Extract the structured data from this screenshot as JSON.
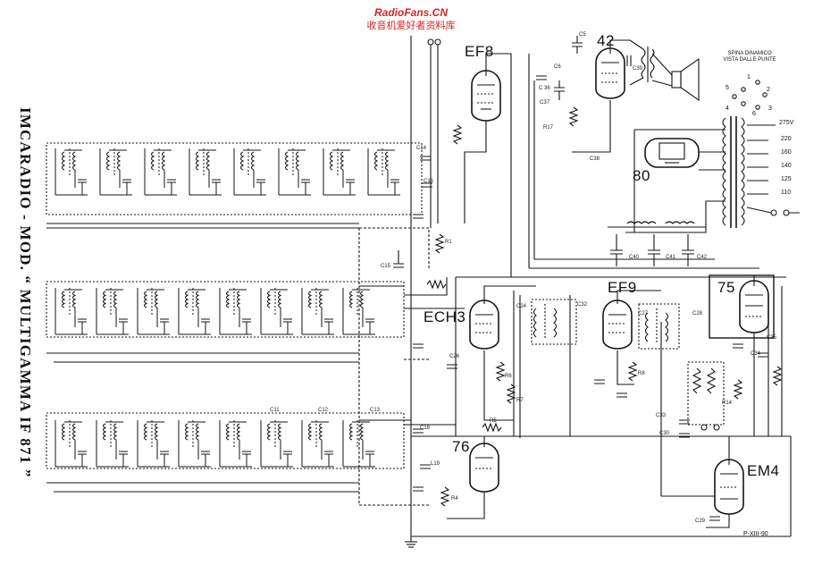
{
  "watermark": {
    "line1": "RadioFans.CN",
    "line2": "收音机爱好者资料库"
  },
  "side_title": "IMCARADIO - MOD. “ MULTIGAMMA IF 871 ”",
  "tubes": [
    {
      "id": "ef8",
      "label": "EF8"
    },
    {
      "id": "42",
      "label": "42"
    },
    {
      "id": "80",
      "label": "80"
    },
    {
      "id": "ech3",
      "label": "ECH3"
    },
    {
      "id": "ef9",
      "label": "EF9"
    },
    {
      "id": "75",
      "label": "75"
    },
    {
      "id": "76",
      "label": "76"
    },
    {
      "id": "em4",
      "label": "EM4"
    }
  ],
  "speaker_note": {
    "line1": "SPINA DINAMICO",
    "line2": "VISTA DALLE PUNTE"
  },
  "pin_numbers": [
    "1",
    "2",
    "3",
    "4",
    "5",
    "6"
  ],
  "voltages": [
    "275V",
    "220",
    "160",
    "140",
    "125",
    "110"
  ],
  "drawing_code": "P-XIII-90",
  "component_labels": {
    "c5": "C5",
    "c6": "C6",
    "c36": "C 36",
    "c37": "C37",
    "c38": "C38",
    "c39": "C39",
    "c40": "C40",
    "c41": "C41",
    "c42": "C42",
    "c14": "C14",
    "c15": "C15",
    "c16": "C16",
    "c18": "C18",
    "c19": "L19",
    "c24": "C24",
    "c26": "C26",
    "c27": "C27",
    "c28": "C28",
    "c29": "C29",
    "c30": "C30",
    "c32": "C32",
    "c33": "C33",
    "c34": "C34",
    "c35": "C35",
    "c11": "C11",
    "c12": "C12",
    "c13": "C13",
    "r1": "R1",
    "r4": "R4",
    "r5": "R5",
    "r6": "R6",
    "r7": "R7",
    "r8": "R8",
    "r14": "R14",
    "r17": "R17"
  }
}
